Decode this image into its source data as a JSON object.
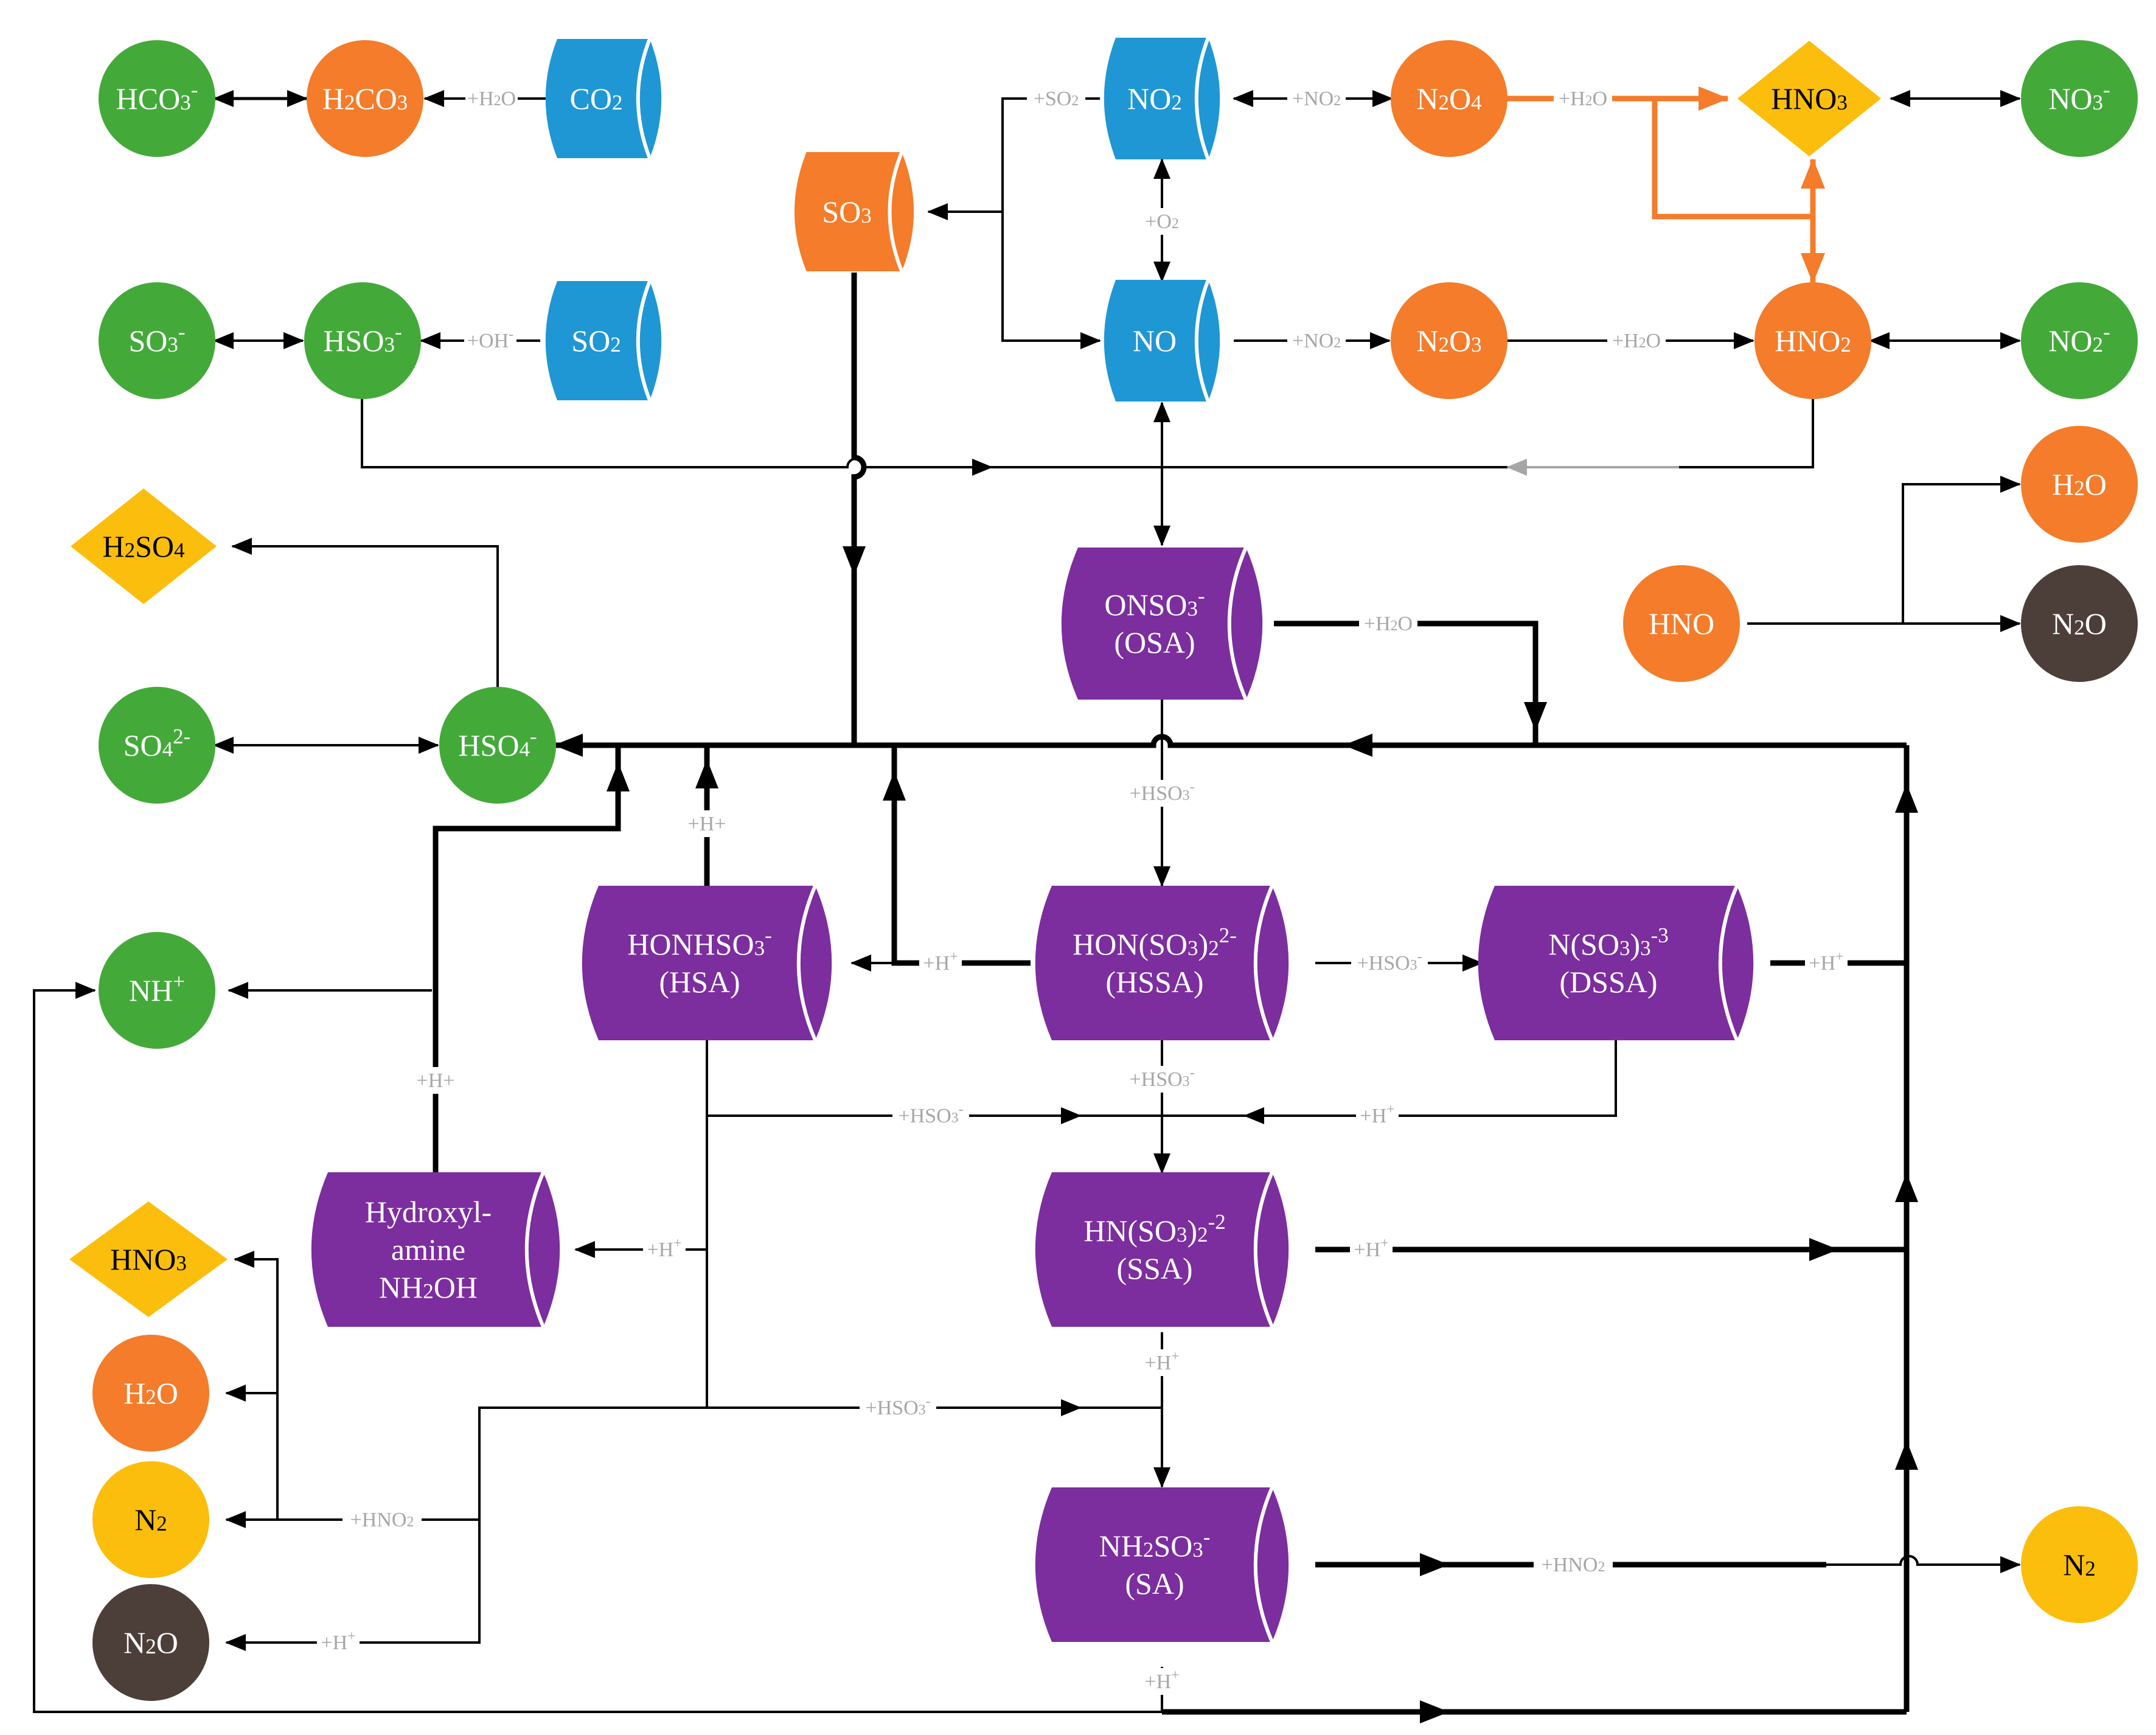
{
  "colors": {
    "green": "#43aa3a",
    "orange": "#f47c2a",
    "blue": "#1f97d4",
    "purple": "#7c2d9e",
    "yellow": "#fcbe0c",
    "brown": "#4c3f39",
    "label_gray": "#a6a6a6",
    "line": "#000000"
  },
  "nodes": {
    "hco3": {
      "shape": "circle",
      "color": "green",
      "text_color": "white",
      "parts": [
        {
          "t": "HCO"
        },
        {
          "t": "3",
          "sub": true
        },
        {
          "t": "-",
          "sup": true
        }
      ]
    },
    "h2co3": {
      "shape": "circle",
      "color": "orange",
      "text_color": "white",
      "parts": [
        {
          "t": "H"
        },
        {
          "t": "2",
          "sub": true
        },
        {
          "t": "CO"
        },
        {
          "t": "3",
          "sub": true
        }
      ]
    },
    "co2": {
      "shape": "cylinder",
      "color": "blue",
      "text_color": "white",
      "parts": [
        {
          "t": "CO"
        },
        {
          "t": "2",
          "sub": true
        }
      ]
    },
    "no2": {
      "shape": "cylinder",
      "color": "blue",
      "text_color": "white",
      "parts": [
        {
          "t": "NO"
        },
        {
          "t": "2",
          "sub": true
        }
      ]
    },
    "n2o4": {
      "shape": "circle",
      "color": "orange",
      "text_color": "white",
      "parts": [
        {
          "t": "N"
        },
        {
          "t": "2",
          "sub": true
        },
        {
          "t": "O"
        },
        {
          "t": "4",
          "sub": true
        }
      ]
    },
    "hno3_top": {
      "shape": "diamond",
      "color": "yellow",
      "text_color": "black",
      "parts": [
        {
          "t": "HNO"
        },
        {
          "t": "3",
          "sub": true
        }
      ]
    },
    "no3": {
      "shape": "circle",
      "color": "green",
      "text_color": "white",
      "parts": [
        {
          "t": "NO"
        },
        {
          "t": "3",
          "sub": true
        },
        {
          "t": "-",
          "sup": true
        }
      ]
    },
    "so3": {
      "shape": "cylinder",
      "color": "orange",
      "text_color": "white",
      "parts": [
        {
          "t": "SO"
        },
        {
          "t": "3",
          "sub": true
        }
      ]
    },
    "so3m": {
      "shape": "circle",
      "color": "green",
      "text_color": "white",
      "parts": [
        {
          "t": "SO"
        },
        {
          "t": "3",
          "sub": true
        },
        {
          "t": "-",
          "sup": true
        }
      ]
    },
    "hso3": {
      "shape": "circle",
      "color": "green",
      "text_color": "white",
      "parts": [
        {
          "t": "HSO"
        },
        {
          "t": "3",
          "sub": true
        },
        {
          "t": "-",
          "sup": true
        }
      ]
    },
    "so2": {
      "shape": "cylinder",
      "color": "blue",
      "text_color": "white",
      "parts": [
        {
          "t": "SO"
        },
        {
          "t": "2",
          "sub": true
        }
      ]
    },
    "no": {
      "shape": "cylinder",
      "color": "blue",
      "text_color": "white",
      "parts": [
        {
          "t": "NO"
        }
      ]
    },
    "n2o3": {
      "shape": "circle",
      "color": "orange",
      "text_color": "white",
      "parts": [
        {
          "t": "N"
        },
        {
          "t": "2",
          "sub": true
        },
        {
          "t": "O"
        },
        {
          "t": "3",
          "sub": true
        }
      ]
    },
    "hno2": {
      "shape": "circle",
      "color": "orange",
      "text_color": "white",
      "parts": [
        {
          "t": "HNO"
        },
        {
          "t": "2",
          "sub": true
        }
      ]
    },
    "no2m": {
      "shape": "circle",
      "color": "green",
      "text_color": "white",
      "parts": [
        {
          "t": "NO"
        },
        {
          "t": "2",
          "sub": true
        },
        {
          "t": "-",
          "sup": true
        }
      ]
    },
    "h2o_r": {
      "shape": "circle",
      "color": "orange",
      "text_color": "white",
      "parts": [
        {
          "t": "H"
        },
        {
          "t": "2",
          "sub": true
        },
        {
          "t": "O"
        }
      ]
    },
    "h2so4": {
      "shape": "diamond",
      "color": "yellow",
      "text_color": "black",
      "parts": [
        {
          "t": "H"
        },
        {
          "t": "2",
          "sub": true
        },
        {
          "t": "SO"
        },
        {
          "t": "4",
          "sub": true
        }
      ]
    },
    "osa": {
      "shape": "cylinder",
      "color": "purple",
      "text_color": "white",
      "lines": [
        [
          {
            "t": "ONSO"
          },
          {
            "t": "3",
            "sub": true
          },
          {
            "t": "-",
            "sup": true
          }
        ],
        [
          {
            "t": "(OSA)"
          }
        ]
      ]
    },
    "hno": {
      "shape": "circle",
      "color": "orange",
      "text_color": "white",
      "parts": [
        {
          "t": "HNO"
        }
      ]
    },
    "n2o_r": {
      "shape": "circle",
      "color": "brown",
      "text_color": "white",
      "parts": [
        {
          "t": "N"
        },
        {
          "t": "2",
          "sub": true
        },
        {
          "t": "O"
        }
      ]
    },
    "so4": {
      "shape": "circle",
      "color": "green",
      "text_color": "white",
      "parts": [
        {
          "t": "SO"
        },
        {
          "t": "4",
          "sub": true
        },
        {
          "t": "2-",
          "sup": true
        }
      ]
    },
    "hso4": {
      "shape": "circle",
      "color": "green",
      "text_color": "white",
      "parts": [
        {
          "t": "HSO"
        },
        {
          "t": "4",
          "sub": true
        },
        {
          "t": "-",
          "sup": true
        }
      ]
    },
    "nh": {
      "shape": "circle",
      "color": "green",
      "text_color": "white",
      "parts": [
        {
          "t": "NH"
        },
        {
          "t": "+",
          "sup": true
        }
      ]
    },
    "hsa": {
      "shape": "cylinder",
      "color": "purple",
      "text_color": "white",
      "lines": [
        [
          {
            "t": "HONHSO"
          },
          {
            "t": "3",
            "sub": true
          },
          {
            "t": "-",
            "sup": true
          }
        ],
        [
          {
            "t": "(HSA)"
          }
        ]
      ]
    },
    "hssa": {
      "shape": "cylinder",
      "color": "purple",
      "text_color": "white",
      "lines": [
        [
          {
            "t": "HON(SO"
          },
          {
            "t": "3",
            "sub": true
          },
          {
            "t": ")"
          },
          {
            "t": "2",
            "sub": true
          },
          {
            "t": "2-",
            "sup": true
          }
        ],
        [
          {
            "t": "(HSSA)"
          }
        ]
      ]
    },
    "dssa": {
      "shape": "cylinder",
      "color": "purple",
      "text_color": "white",
      "lines": [
        [
          {
            "t": "N(SO"
          },
          {
            "t": "3",
            "sub": true
          },
          {
            "t": ")"
          },
          {
            "t": "3",
            "sub": true
          },
          {
            "t": "-3",
            "sup": true
          }
        ],
        [
          {
            "t": "(DSSA)"
          }
        ]
      ]
    },
    "nh2oh": {
      "shape": "cylinder",
      "color": "purple",
      "text_color": "white",
      "lines": [
        [
          {
            "t": "Hydroxyl-"
          }
        ],
        [
          {
            "t": "amine"
          }
        ],
        [
          {
            "t": "NH"
          },
          {
            "t": "2",
            "sub": true
          },
          {
            "t": "OH"
          }
        ]
      ]
    },
    "ssa": {
      "shape": "cylinder",
      "color": "purple",
      "text_color": "white",
      "lines": [
        [
          {
            "t": "HN(SO"
          },
          {
            "t": "3",
            "sub": true
          },
          {
            "t": ")"
          },
          {
            "t": "2",
            "sub": true
          },
          {
            "t": "-2",
            "sup": true
          }
        ],
        [
          {
            "t": "(SSA)"
          }
        ]
      ]
    },
    "hno3_l": {
      "shape": "diamond",
      "color": "yellow",
      "text_color": "black",
      "parts": [
        {
          "t": "HNO"
        },
        {
          "t": "3",
          "sub": true
        }
      ]
    },
    "h2o_l": {
      "shape": "circle",
      "color": "orange",
      "text_color": "white",
      "parts": [
        {
          "t": "H"
        },
        {
          "t": "2",
          "sub": true
        },
        {
          "t": "O"
        }
      ]
    },
    "n2_l": {
      "shape": "circle",
      "color": "yellow",
      "text_color": "black",
      "parts": [
        {
          "t": "N"
        },
        {
          "t": "2",
          "sub": true
        }
      ]
    },
    "sa": {
      "shape": "cylinder",
      "color": "purple",
      "text_color": "white",
      "lines": [
        [
          {
            "t": "NH"
          },
          {
            "t": "2",
            "sub": true
          },
          {
            "t": "SO"
          },
          {
            "t": "3",
            "sub": true
          },
          {
            "t": "-",
            "sup": true
          }
        ],
        [
          {
            "t": "(SA)"
          }
        ]
      ]
    },
    "n2_r": {
      "shape": "circle",
      "color": "yellow",
      "text_color": "black",
      "parts": [
        {
          "t": "N"
        },
        {
          "t": "2",
          "sub": true
        }
      ]
    },
    "n2o_l": {
      "shape": "circle",
      "color": "brown",
      "text_color": "white",
      "parts": [
        {
          "t": "N"
        },
        {
          "t": "2",
          "sub": true
        },
        {
          "t": "O"
        }
      ]
    }
  },
  "reaction_labels": {
    "h2o_co2": [
      {
        "t": "+H"
      },
      {
        "t": "2",
        "sub": true
      },
      {
        "t": "O"
      }
    ],
    "so2_no2": [
      {
        "t": "+SO"
      },
      {
        "t": "2",
        "sub": true
      }
    ],
    "no2_n2o4": [
      {
        "t": "+NO"
      },
      {
        "t": "2",
        "sub": true
      }
    ],
    "h2o_n2o4": [
      {
        "t": "+H"
      },
      {
        "t": "2",
        "sub": true
      },
      {
        "t": "O"
      }
    ],
    "o2": [
      {
        "t": "+O"
      },
      {
        "t": "2",
        "sub": true
      }
    ],
    "oh": [
      {
        "t": "+OH"
      },
      {
        "t": "-",
        "sup": true
      }
    ],
    "no2_n2o3": [
      {
        "t": "+NO"
      },
      {
        "t": "2",
        "sub": true
      }
    ],
    "h2o_n2o3": [
      {
        "t": "+H"
      },
      {
        "t": "2",
        "sub": true
      },
      {
        "t": "O"
      }
    ],
    "h2o_osa": [
      {
        "t": "+H"
      },
      {
        "t": "2",
        "sub": true
      },
      {
        "t": "O"
      }
    ],
    "hso3_osa": [
      {
        "t": "+HSO"
      },
      {
        "t": "3",
        "sub": true
      },
      {
        "t": "-",
        "sup": true
      }
    ],
    "hplus_hsa_up": [
      {
        "t": "+H+"
      }
    ],
    "hplus_hssa": [
      {
        "t": "+H"
      },
      {
        "t": "+",
        "sup": true
      }
    ],
    "hso3_hssa_dssa": [
      {
        "t": "+HSO"
      },
      {
        "t": "3",
        "sub": true
      },
      {
        "t": "-",
        "sup": true
      }
    ],
    "hplus_dssa": [
      {
        "t": "+H"
      },
      {
        "t": "+",
        "sup": true
      }
    ],
    "hplus_nh": [
      {
        "t": "+H+"
      }
    ],
    "hso3_hssa_down": [
      {
        "t": "+HSO"
      },
      {
        "t": "3",
        "sub": true
      },
      {
        "t": "-",
        "sup": true
      }
    ],
    "hso3_mid": [
      {
        "t": "+HSO"
      },
      {
        "t": "3",
        "sub": true
      },
      {
        "t": "-",
        "sup": true
      }
    ],
    "hplus_dssa_ssa": [
      {
        "t": "+H"
      },
      {
        "t": "+",
        "sup": true
      }
    ],
    "hplus_nh2oh": [
      {
        "t": "+H"
      },
      {
        "t": "+",
        "sup": true
      }
    ],
    "hplus_ssa_right": [
      {
        "t": "+H"
      },
      {
        "t": "+",
        "sup": true
      }
    ],
    "hplus_ssa_down": [
      {
        "t": "+H"
      },
      {
        "t": "+",
        "sup": true
      }
    ],
    "hso3_low": [
      {
        "t": "+HSO"
      },
      {
        "t": "3",
        "sub": true
      },
      {
        "t": "-",
        "sup": true
      }
    ],
    "hno2_left": [
      {
        "t": "+HNO"
      },
      {
        "t": "2",
        "sub": true
      }
    ],
    "hno2_right": [
      {
        "t": "+HNO"
      },
      {
        "t": "2",
        "sub": true
      }
    ],
    "hplus_n2o": [
      {
        "t": "+H"
      },
      {
        "t": "+",
        "sup": true
      }
    ],
    "hplus_sa": [
      {
        "t": "+H"
      },
      {
        "t": "+",
        "sup": true
      }
    ]
  }
}
